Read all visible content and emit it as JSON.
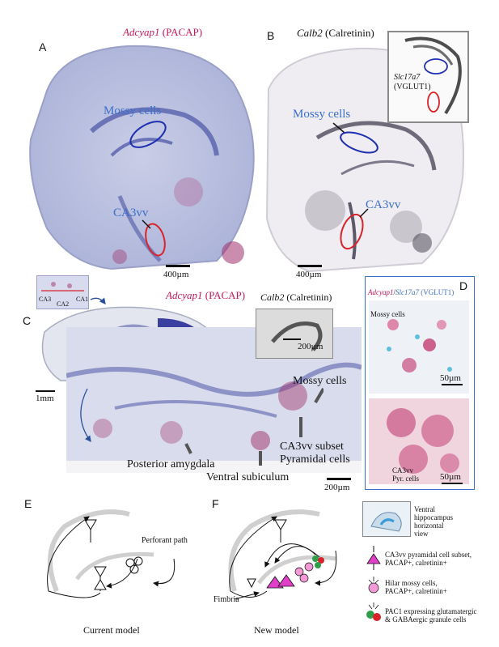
{
  "panelA": {
    "letter": "A",
    "gene": "Adcyap1",
    "protein": "(PACAP)",
    "mossy_label": "Mossy cells",
    "ca3_label": "CA3vv",
    "scale": "400µm"
  },
  "panelB": {
    "letter": "B",
    "gene": "Calb2",
    "protein": "(Calretinin)",
    "mossy_label": "Mossy cells",
    "ca3_label": "CA3vv",
    "scale": "400µm",
    "inset_gene": "Slc17a7",
    "inset_protein": "(VGLUT1)"
  },
  "panelC": {
    "letter": "C",
    "gene": "Adcyap1",
    "protein": "(PACAP)",
    "calb_gene": "Calb2",
    "calb_protein": "(Calretinin)",
    "calb_scale": "200µm",
    "overview_scale": "1mm",
    "main_scale": "200µm",
    "inset_labels": [
      "CA3",
      "CA2",
      "CA1"
    ],
    "mossy_label": "Mossy cells",
    "ca3_subset": "CA3vv subset",
    "pyramidal": "Pyramidal cells",
    "post_amygdala": "Posterior amygdala",
    "ventral_sub": "Ventral subiculum"
  },
  "panelD": {
    "letter": "D",
    "gene_a": "Adcyap1",
    "slash": "/",
    "gene_b": "Slc17a7",
    "protein": "(VGLUT1)",
    "mossy_label": "Mossy cells",
    "scale_top": "50µm",
    "ca3_label": "CA3vv",
    "pyr_label": "Pyr. cells",
    "scale_bottom": "50µm"
  },
  "panelE": {
    "letter": "E",
    "perforant": "Perforant path",
    "caption": "Current model"
  },
  "panelF": {
    "letter": "F",
    "fimbria": "Fimbria",
    "caption": "New model"
  },
  "legend": {
    "inset_text": [
      "Ventral",
      "hippocampus",
      "horizontal",
      "view"
    ],
    "item1": [
      "CA3vv pyramidal cell subset,",
      "PACAP+, calretinin+"
    ],
    "item2": [
      "Hilar mossy cells,",
      "PACAP+, calretinin+"
    ],
    "item3": [
      "PAC1 expressing glutamatergic",
      "& GABAergic granule cells"
    ],
    "colors": {
      "magenta": "#e040c8",
      "pink": "#f29ad6",
      "green": "#2e9e4a",
      "red": "#d8232a"
    }
  }
}
